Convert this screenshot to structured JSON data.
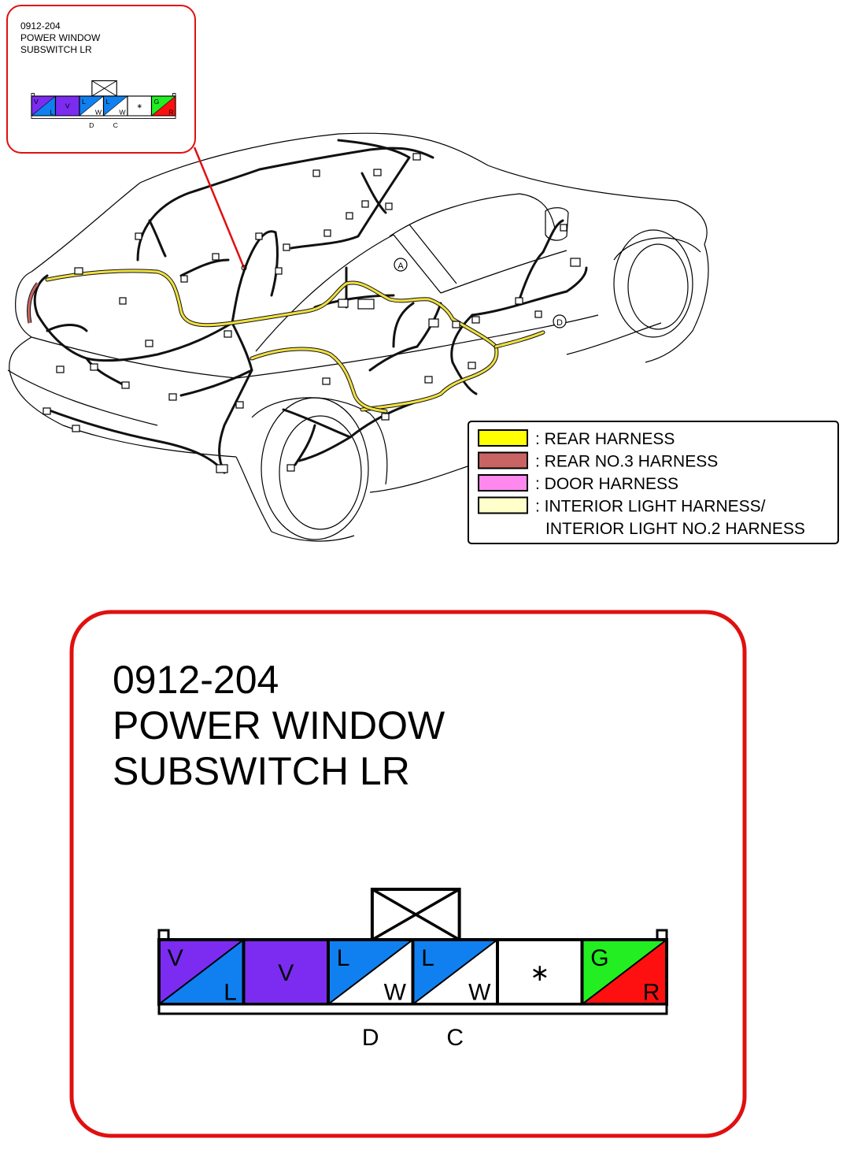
{
  "connector": {
    "code": "0912-204",
    "name_line1": "POWER WINDOW",
    "name_line2": "SUBSWITCH LR",
    "pins": [
      {
        "top": "V",
        "bottom": "L",
        "top_color": "#7b2cf0",
        "bottom_color": "#1080f0"
      },
      {
        "top": "V",
        "bottom": "",
        "top_color": "#7b2cf0",
        "bottom_color": "#7b2cf0"
      },
      {
        "top": "L",
        "bottom": "W",
        "top_color": "#1080f0",
        "bottom_color": "#ffffff"
      },
      {
        "top": "L",
        "bottom": "W",
        "top_color": "#1080f0",
        "bottom_color": "#ffffff"
      },
      {
        "top": "∗",
        "bottom": "",
        "top_color": "#ffffff",
        "bottom_color": "#ffffff"
      },
      {
        "top": "G",
        "bottom": "R",
        "top_color": "#22ee22",
        "bottom_color": "#ff1010"
      }
    ],
    "terminal_labels": [
      {
        "pin": 2,
        "label": "D"
      },
      {
        "pin": 3,
        "label": "C"
      }
    ]
  },
  "callout_markers": [
    "A",
    "D"
  ],
  "legend": [
    {
      "color": "#ffff00",
      "label": ": REAR HARNESS"
    },
    {
      "color": "#c86464",
      "label": ": REAR NO.3 HARNESS"
    },
    {
      "color": "#ff88ee",
      "label": ": DOOR HARNESS"
    },
    {
      "color": "#ffffcc",
      "label": ": INTERIOR LIGHT HARNESS/"
    },
    {
      "color": "",
      "label": "INTERIOR LIGHT NO.2 HARNESS"
    }
  ],
  "colors": {
    "callout_border": "#e01010",
    "harness_yellow": "#f0e040",
    "harness_red": "#c86464"
  }
}
